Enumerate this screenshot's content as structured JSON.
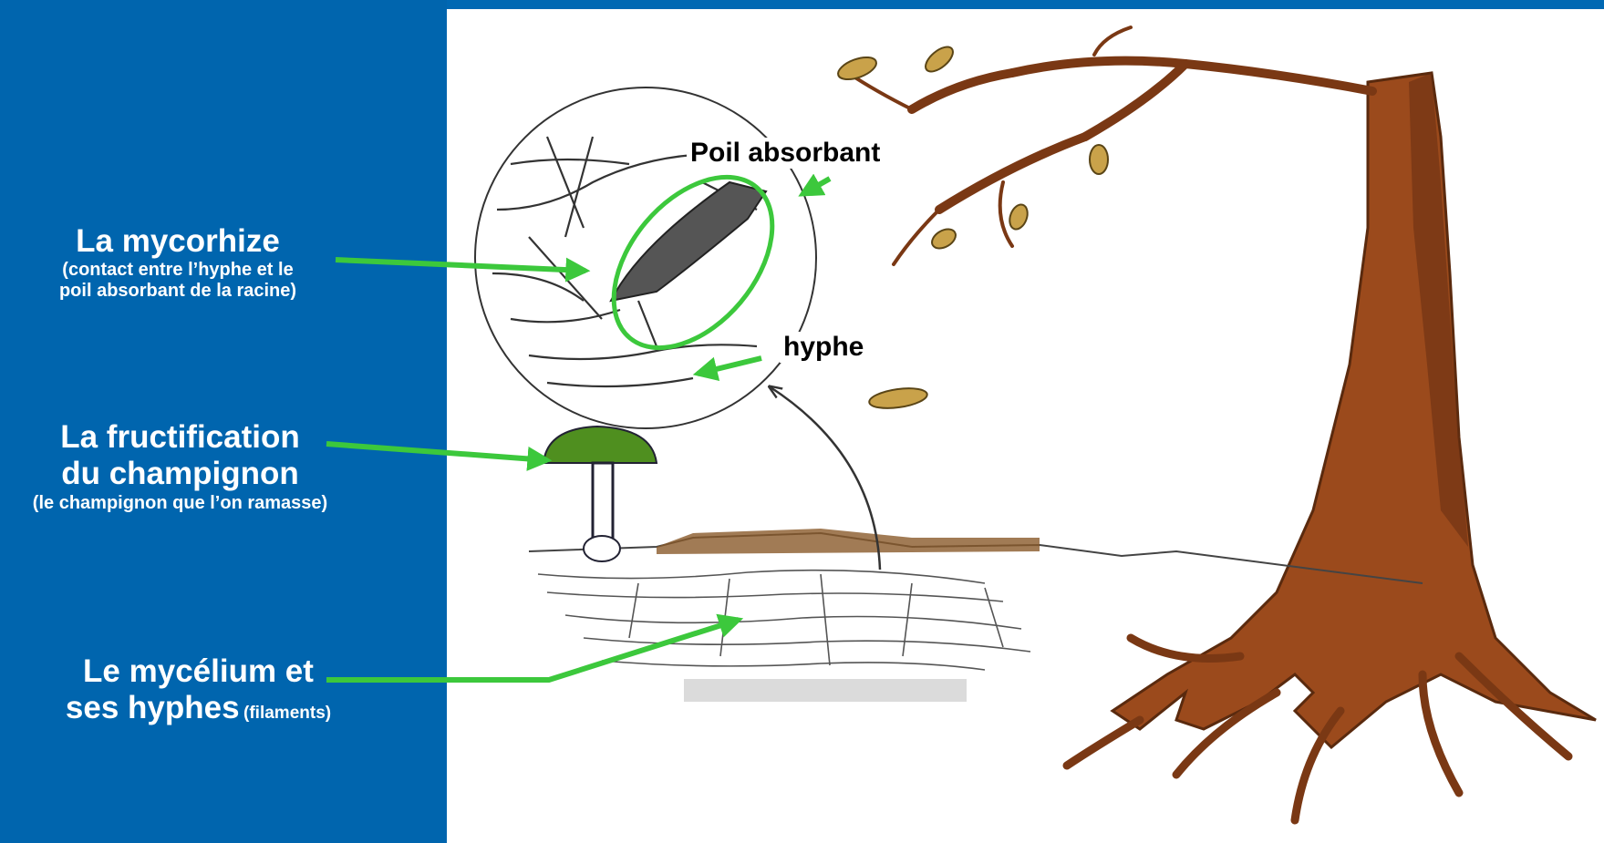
{
  "labels": {
    "mycorhize": {
      "title": "La mycorhize",
      "subtitle_line1": "(contact entre l’hyphe et le",
      "subtitle_line2": "poil absorbant de la racine)"
    },
    "fructification": {
      "title_line1": "La fructification",
      "title_line2": "du champignon",
      "subtitle": "(le champignon que l’on ramasse)"
    },
    "mycelium": {
      "title_line1": "Le mycélium et",
      "title_line2": "ses hyphes",
      "note": "(filaments)"
    }
  },
  "diagram_labels": {
    "poil_absorbant": "Poil absorbant",
    "hyphe": "hyphe"
  },
  "colors": {
    "panel_blue": "#0065ae",
    "arrow_green": "#3cc83c",
    "trunk_brown": "#9b4a1c",
    "mushroom_green": "#4f8f1f"
  }
}
